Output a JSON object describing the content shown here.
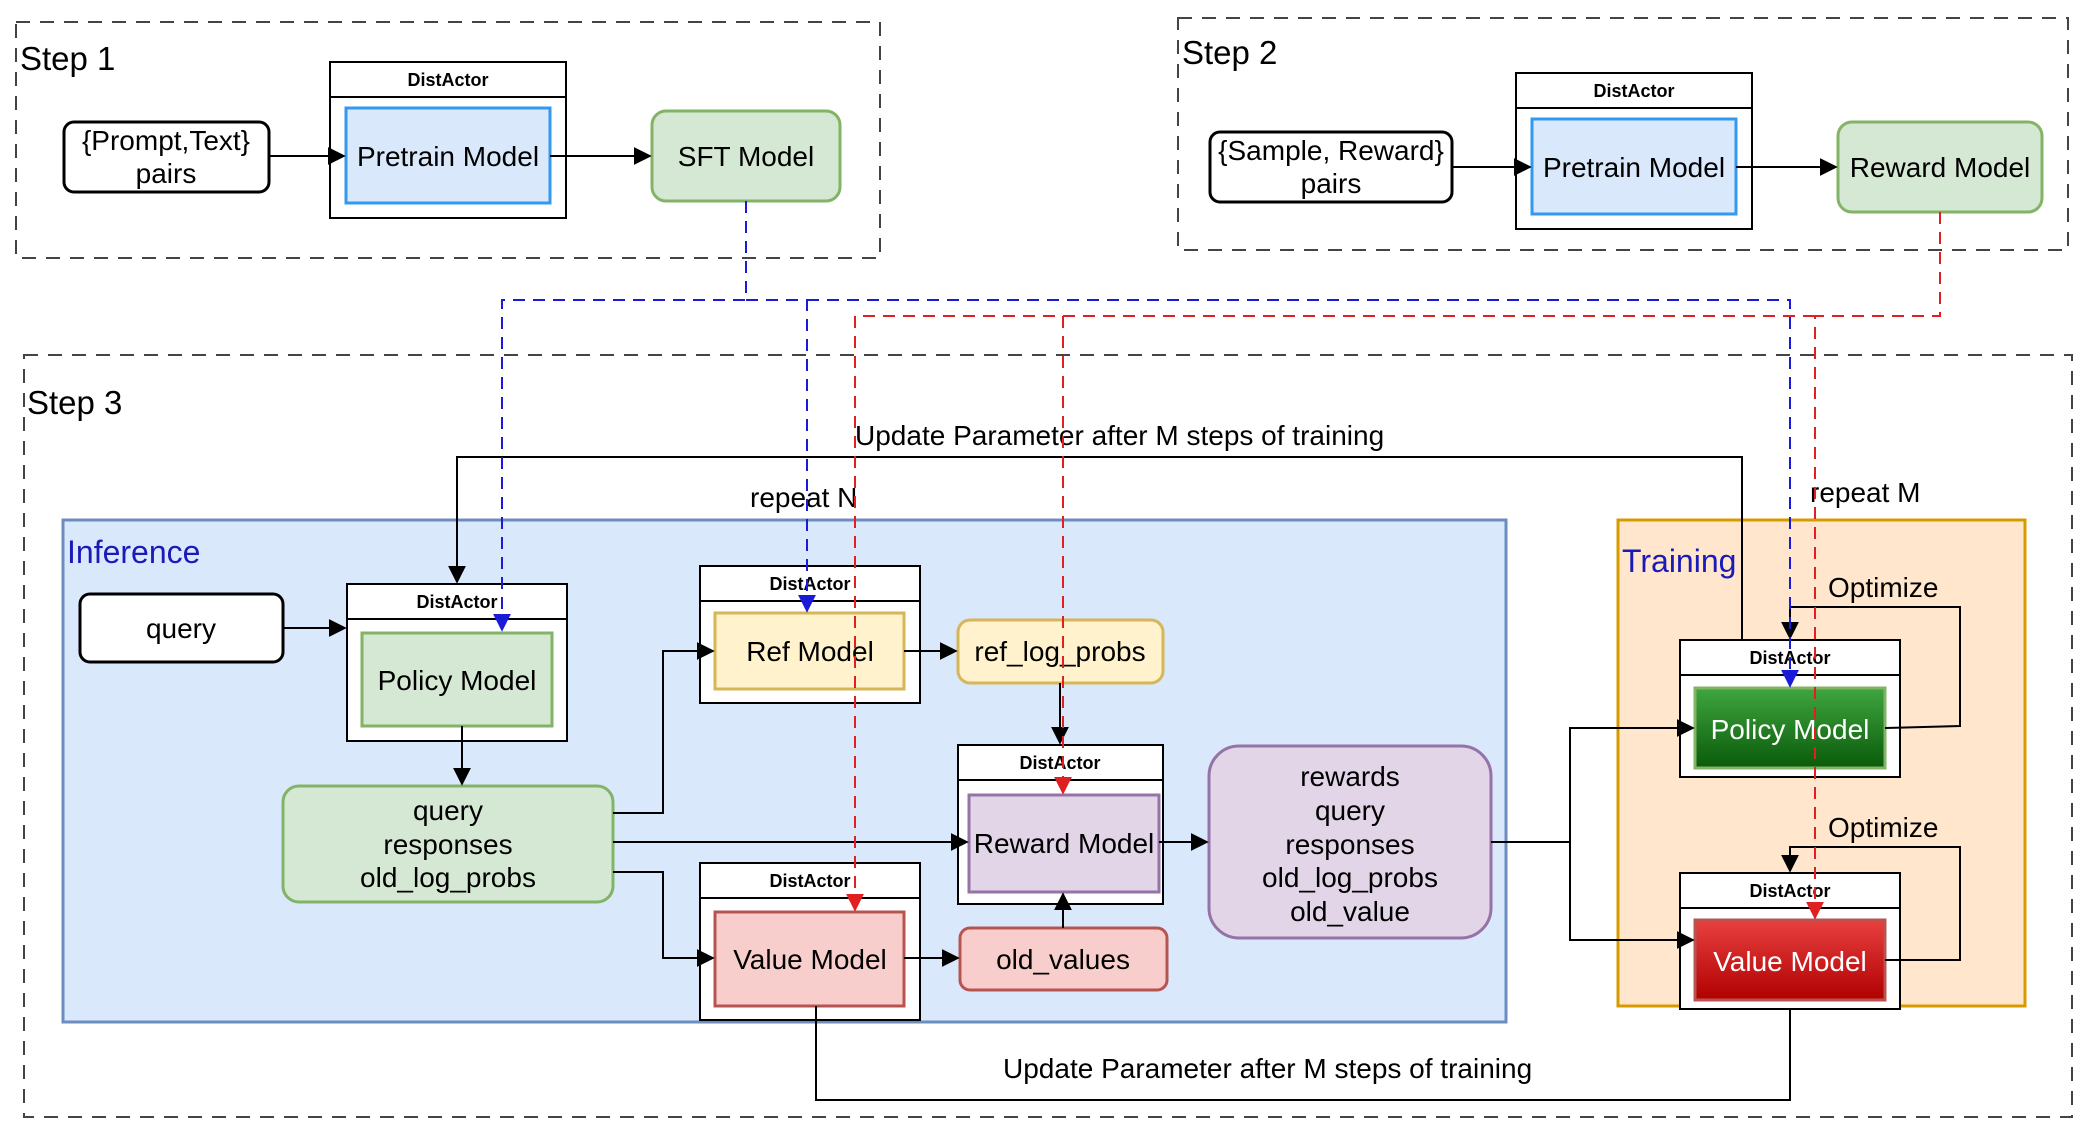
{
  "steps": {
    "step1": "Step 1",
    "step2": "Step 2",
    "step3": "Step 3"
  },
  "regions": {
    "inference": "Inference",
    "training": "Training"
  },
  "dist_actor_label": "DistActor",
  "step1": {
    "input_line1": "{Prompt,Text}",
    "input_line2": "pairs",
    "pretrain_model": "Pretrain Model",
    "sft_model": "SFT Model"
  },
  "step2": {
    "input_line1": "{Sample, Reward}",
    "input_line2": "pairs",
    "pretrain_model": "Pretrain Model",
    "reward_model": "Reward Model"
  },
  "inference": {
    "query": "query",
    "policy_model": "Policy Model",
    "ref_model": "Ref Model",
    "ref_log_probs": "ref_log_probs",
    "reward_model": "Reward Model",
    "value_model": "Value Model",
    "old_values": "old_values",
    "rollout": [
      "query",
      "responses",
      "old_log_probs"
    ],
    "rewards_bundle": [
      "rewards",
      "query",
      "responses",
      "old_log_probs",
      "old_value"
    ]
  },
  "training": {
    "policy_model": "Policy Model",
    "value_model": "Value Model",
    "optimize_top": "Optimize",
    "optimize_bottom": "Optimize"
  },
  "annotations": {
    "update_top": "Update Parameter after M steps of training",
    "update_bottom": "Update Parameter after M steps of training",
    "repeat_n": "repeat N",
    "repeat_m": "repeat M"
  },
  "colors": {
    "blue_dashed": "#1a1ad9",
    "red_dashed": "#e02020",
    "inference_bg": "#dae8fc",
    "inference_border": "#6c8ebf",
    "training_bg": "#ffe6cc",
    "training_border": "#d79b00",
    "green_fill": "#d5e8d4",
    "green_border": "#82b366",
    "yellow_fill": "#fff2cc",
    "yellow_border": "#d6b656",
    "purple_fill": "#e1d5e7",
    "purple_border": "#9673a6",
    "red_fill": "#f8cecc",
    "red_border": "#b85450"
  }
}
